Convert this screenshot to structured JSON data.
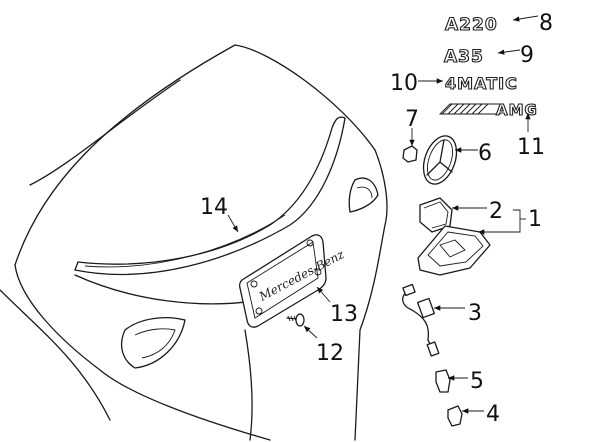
{
  "diagram": {
    "badges": {
      "a220": "A220",
      "a35": "A35",
      "fourmatic": "4MATIC",
      "amg": "AMG"
    },
    "plate_text": "Mercedes-Benz",
    "callouts": {
      "c1": "1",
      "c2": "2",
      "c3": "3",
      "c4": "4",
      "c5": "5",
      "c6": "6",
      "c7": "7",
      "c8": "8",
      "c9": "9",
      "c10": "10",
      "c11": "11",
      "c12": "12",
      "c13": "13",
      "c14": "14"
    }
  }
}
